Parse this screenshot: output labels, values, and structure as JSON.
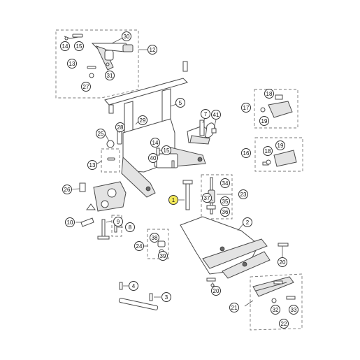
{
  "callouts": [
    {
      "id": "c1",
      "label": "1",
      "highlight": true
    },
    {
      "id": "c2",
      "label": "2"
    },
    {
      "id": "c3",
      "label": "3"
    },
    {
      "id": "c4",
      "label": "4"
    },
    {
      "id": "c5",
      "label": "5"
    },
    {
      "id": "c7",
      "label": "7"
    },
    {
      "id": "c8",
      "label": "8"
    },
    {
      "id": "c9",
      "label": "9"
    },
    {
      "id": "c10",
      "label": "10"
    },
    {
      "id": "c12",
      "label": "12"
    },
    {
      "id": "c13a",
      "label": "13"
    },
    {
      "id": "c13b",
      "label": "13"
    },
    {
      "id": "c14a",
      "label": "14"
    },
    {
      "id": "c14b",
      "label": "14"
    },
    {
      "id": "c15a",
      "label": "15"
    },
    {
      "id": "c15b",
      "label": "15"
    },
    {
      "id": "c16",
      "label": "16"
    },
    {
      "id": "c17",
      "label": "17"
    },
    {
      "id": "c18a",
      "label": "18"
    },
    {
      "id": "c18b",
      "label": "18"
    },
    {
      "id": "c19a",
      "label": "19"
    },
    {
      "id": "c19b",
      "label": "19"
    },
    {
      "id": "c20a",
      "label": "20"
    },
    {
      "id": "c20b",
      "label": "20"
    },
    {
      "id": "c21",
      "label": "21"
    },
    {
      "id": "c22",
      "label": "22"
    },
    {
      "id": "c23",
      "label": "23"
    },
    {
      "id": "c24",
      "label": "24"
    },
    {
      "id": "c25",
      "label": "25"
    },
    {
      "id": "c26",
      "label": "26"
    },
    {
      "id": "c27",
      "label": "27"
    },
    {
      "id": "c28",
      "label": "28"
    },
    {
      "id": "c29",
      "label": "29"
    },
    {
      "id": "c30",
      "label": "30"
    },
    {
      "id": "c31",
      "label": "31"
    },
    {
      "id": "c32",
      "label": "32"
    },
    {
      "id": "c33",
      "label": "33"
    },
    {
      "id": "c34",
      "label": "34"
    },
    {
      "id": "c35",
      "label": "35"
    },
    {
      "id": "c36",
      "label": "36"
    },
    {
      "id": "c37",
      "label": "37"
    },
    {
      "id": "c38",
      "label": "38"
    },
    {
      "id": "c39",
      "label": "39"
    },
    {
      "id": "c40",
      "label": "40"
    },
    {
      "id": "c41",
      "label": "41"
    }
  ],
  "colors": {
    "highlight": "#f4ea5a",
    "line": "#4a4a4a"
  }
}
